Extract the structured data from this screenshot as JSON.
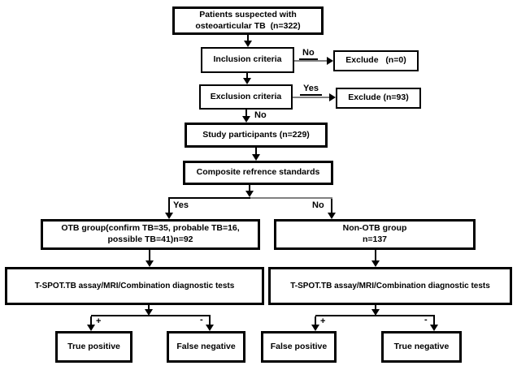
{
  "diagram": {
    "boxes": {
      "patients": "Patients suspected with\nosteoarticular TB  (n=322)",
      "inclusion": "Inclusion criteria",
      "exclude_inclusion": "Exclude   (n=0)",
      "exclusion": "Exclusion criteria",
      "exclude_exclusion": "Exclude (n=93)",
      "study": "Study participants (n=229)",
      "composite": "Composite refrence standards",
      "otb": "OTB group(confirm TB=35, probable TB=16,\npossible TB=41)n=92",
      "non_otb": "Non-OTB group\nn=137",
      "tspot_left": "T-SPOT.TB assay/MRI/Combination diagnostic tests",
      "tspot_right": "T-SPOT.TB assay/MRI/Combination diagnostic tests",
      "true_positive": "True positive",
      "false_negative": "False negative",
      "false_positive": "False positive",
      "true_negative": "True negative"
    },
    "labels": {
      "inclusion_no": "No",
      "exclusion_yes": "Yes",
      "exclusion_down_no": "No",
      "branch_yes": "Yes",
      "branch_no": "No",
      "left_plus": "+",
      "left_minus": "-",
      "right_plus": "+",
      "right_minus": "-"
    },
    "colors": {
      "background": "#ffffff",
      "box_border": "#000000",
      "text": "#000000",
      "connector": "#000000",
      "connector_muted": "#808080"
    }
  }
}
